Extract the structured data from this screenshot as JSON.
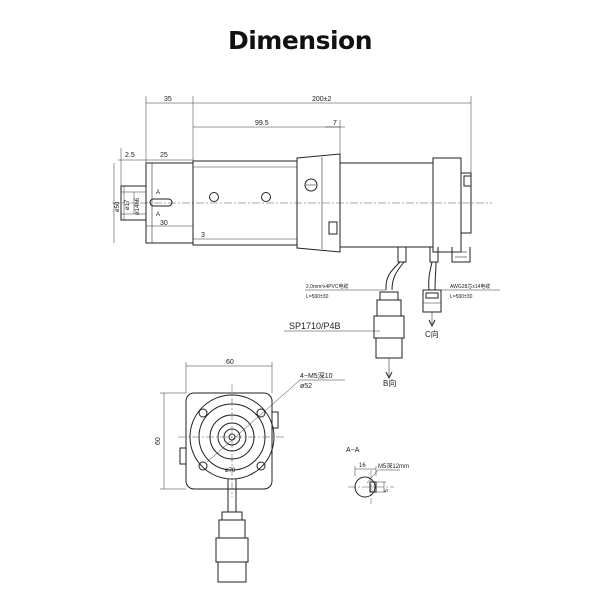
{
  "title": "Dimension",
  "dims": {
    "d35": "35",
    "d200": "200±2",
    "d99_5": "99.5",
    "d7": "7",
    "d2_5": "2.5",
    "d25": "25",
    "d30": "30",
    "d3": "3",
    "dA1": "A",
    "dA2": "A",
    "phi50": "ø50",
    "phi17": "ø17",
    "phi14": "ø14h6",
    "d60_top": "60",
    "d60_side": "60",
    "bolt": "4−M5深10",
    "phi52": "ø52",
    "phi70": "ø70",
    "aa": "A−A",
    "d16": "16",
    "m5": "M5深12mm",
    "d5": "5"
  },
  "cables": {
    "left_spec": "2.0mm²x4PVC电缆",
    "left_len": "L=500±30",
    "right_spec": "AWG28芯x14电缆",
    "right_len": "L=500±30",
    "c_label": "C向",
    "sp_label": "SP1710/P4B",
    "b_label": "B向"
  }
}
